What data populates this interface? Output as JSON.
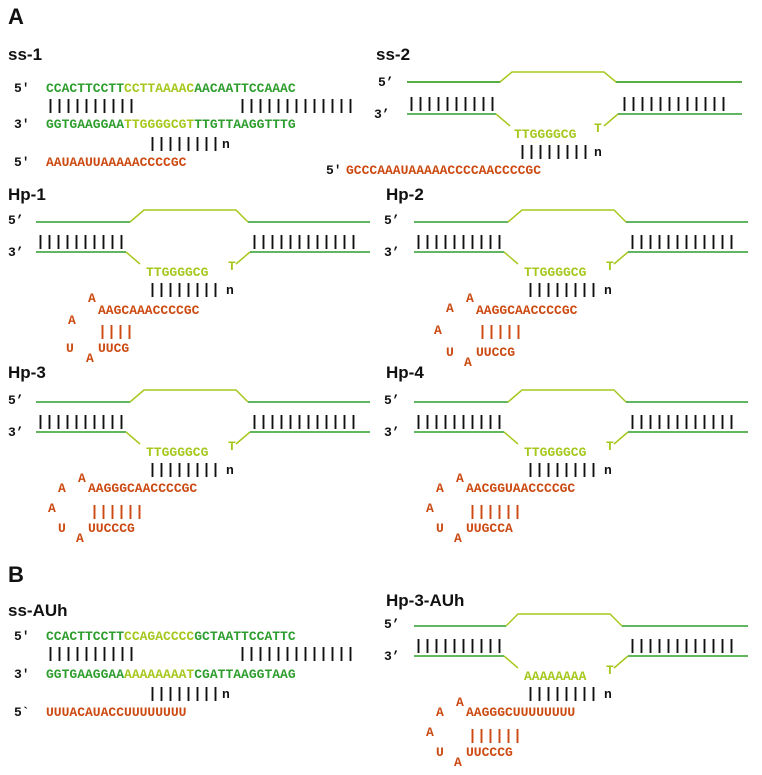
{
  "colors": {
    "dark_green": "#2e9e2e",
    "light_green": "#a6c81e",
    "orange": "#cc4a12",
    "black": "#111111"
  },
  "panels": {
    "A": "A",
    "B": "B"
  },
  "ss1": {
    "title": "ss-1",
    "prime5": "5'",
    "prime3": "3'",
    "prime5b": "5'",
    "top_a": "CCACTTCCTT",
    "top_b": "CCTTAAAAC",
    "top_c": "AACAATTCCAAAC",
    "pairs_left": "||||||||||",
    "pairs_right": "|||||||||||||",
    "bot_a": "GGTGAAGGAA",
    "bot_b": "TTGGGGCGT",
    "bot_c": "TTGTTAAGGTTTG",
    "probe_pairs": "||||||||",
    "n": "n",
    "probe": "AAUAAUUAAAAACCCCGC"
  },
  "ss2": {
    "title": "ss-2",
    "prime5": "5’",
    "prime3": "3’",
    "prime5b": "5'",
    "pairs_left": "||||||||||",
    "pairs_right": "||||||||||||",
    "loop": "TTGGGGCG",
    "loop_t": "T",
    "probe_pairs": "||||||||",
    "n": "n",
    "probe": "GCCCAAAUAAAAACCCCAACCCCGC"
  },
  "hp1": {
    "title": "Hp-1",
    "prime5": "5’",
    "prime3": "3’",
    "pairs_left": "||||||||||",
    "pairs_right": "||||||||||||",
    "loop": "TTGGGGCG",
    "loop_t": "T",
    "probe_pairs": "||||||||",
    "n": "n",
    "stem_a1": "A",
    "stem_top": "AAGCAAACCCCGC",
    "stem_a2": "A",
    "stem_pairs": "||||",
    "stem_u": "U",
    "stem_a3": "A",
    "stem_bottom": "UUCG"
  },
  "hp2": {
    "title": "Hp-2",
    "prime5": "5’",
    "prime3": "3’",
    "pairs_left": "||||||||||",
    "pairs_right": "||||||||||||",
    "loop": "TTGGGGCG",
    "loop_t": "T",
    "probe_pairs": "||||||||",
    "n": "n",
    "stem_a0": "A",
    "stem_a1": "A",
    "stem_top": "AAGGCAACCCCGC",
    "stem_a2": "A",
    "stem_pairs": "|||||",
    "stem_u": "U",
    "stem_a3": "A",
    "stem_bottom": "UUCCG"
  },
  "hp3": {
    "title": "Hp-3",
    "prime5": "5’",
    "prime3": "3’",
    "pairs_left": "||||||||||",
    "pairs_right": "||||||||||||",
    "loop": "TTGGGGCG",
    "loop_t": "T",
    "probe_pairs": "||||||||",
    "n": "n",
    "stem_a0": "A",
    "stem_a1": "A",
    "stem_top": "AAGGGCAACCCCGC",
    "stem_a2": "A",
    "stem_pairs": "||||||",
    "stem_u": "U",
    "stem_a3": "A",
    "stem_bottom": "UUCCCG"
  },
  "hp4": {
    "title": "Hp-4",
    "prime5": "5’",
    "prime3": "3’",
    "pairs_left": "||||||||||",
    "pairs_right": "||||||||||||",
    "loop": "TTGGGGCG",
    "loop_t": "T",
    "probe_pairs": "||||||||",
    "n": "n",
    "stem_a0": "A",
    "stem_a1": "A",
    "stem_top": "AACGGUAACCCCGC",
    "stem_a2": "A",
    "stem_pairs": "||||||",
    "stem_u": "U",
    "stem_a3": "A",
    "stem_bottom": "UUGCCA"
  },
  "ssauh": {
    "title": "ss-AUh",
    "prime5": "5'",
    "prime3": "3'",
    "prime5b": "5`",
    "top_a": "CCACTTCCTT",
    "top_b": "CCAGACCCC",
    "top_c": "GCTAATTCCATTC",
    "pairs_left": "||||||||||",
    "pairs_right": "|||||||||||||",
    "bot_a": "GGTGAAGGAA",
    "bot_b": "AAAAAAAAT",
    "bot_c": "CGATTAAGGTAAG",
    "probe_pairs": "||||||||",
    "n": "n",
    "probe": "UUUACAUACCUUUUUUUU"
  },
  "hp3auh": {
    "title": "Hp-3-AUh",
    "prime5": "5’",
    "prime3": "3’",
    "pairs_left": "||||||||||",
    "pairs_right": "||||||||||||",
    "loop": "AAAAAAAA",
    "loop_t": "T",
    "probe_pairs": "||||||||",
    "n": "n",
    "stem_a0": "A",
    "stem_a1": "A",
    "stem_top": "AAGGGCUUUUUUUU",
    "stem_a2": "A",
    "stem_pairs": "||||||",
    "stem_u": "U",
    "stem_a3": "A",
    "stem_bottom": "UUCCCG"
  }
}
